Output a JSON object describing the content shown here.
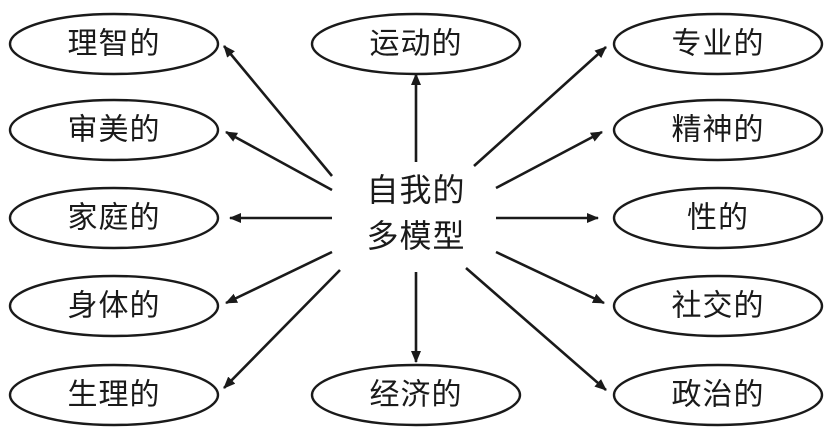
{
  "center": {
    "line1": "自我的",
    "line2": "多模型"
  },
  "nodes": {
    "rational": "理智的",
    "aesthetic": "审美的",
    "family": "家庭的",
    "body": "身体的",
    "physiological": "生理的",
    "sports": "运动的",
    "economic": "经济的",
    "professional": "专业的",
    "spiritual": "精神的",
    "sexual": "性的",
    "social": "社交的",
    "political": "政治的"
  }
}
